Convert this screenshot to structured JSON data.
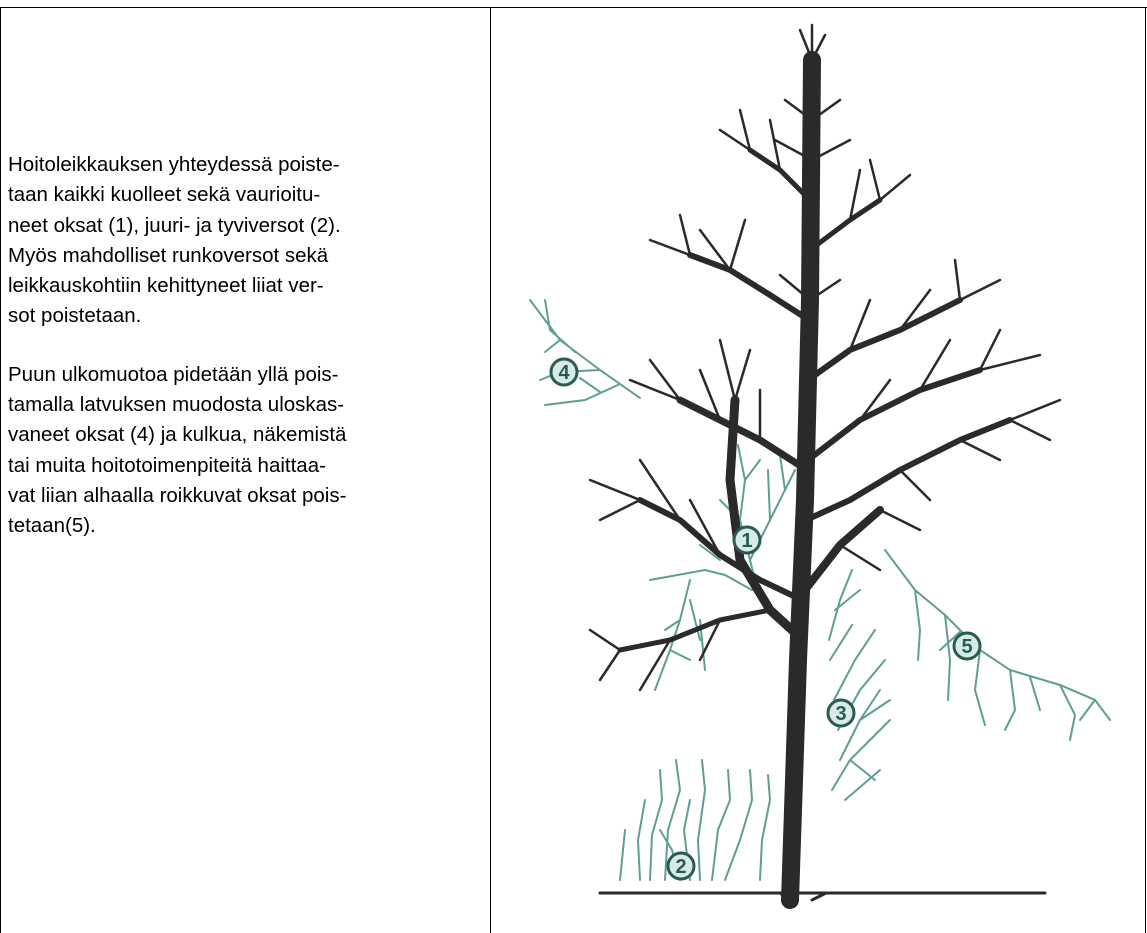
{
  "text_cell": {
    "paragraph_1": [
      "Hoitoleikkauksen yhteydessä poiste-",
      "taan kaikki kuolleet sekä vaurioitu-",
      "neet oksat (1), juuri- ja tyviversot (2).",
      "Myös mahdolliset runkoversot sekä",
      "leikkauskohtiin kehittyneet liiat ver-",
      "sot poistetaan."
    ],
    "paragraph_2": [
      "Puun ulkomuotoa pidetään yllä pois-",
      "tamalla latvuksen muodosta uloskas-",
      "vaneet oksat (4) ja kulkua, näkemistä",
      "tai muita hoitotoimenpiteitä haittaa-",
      "vat liian alhaalla roikkuvat oksat pois-",
      "tetaan(5)."
    ]
  },
  "illustration": {
    "labels": [
      "1",
      "2",
      "3",
      "4",
      "5"
    ],
    "colors": {
      "tree": "#2a2a2a",
      "removed_branches": "#5e9e95",
      "label_ring": "#2b5a53",
      "label_fill": "#d6ebe6"
    }
  }
}
